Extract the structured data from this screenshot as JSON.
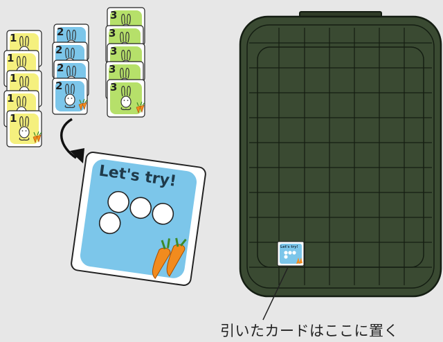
{
  "piles": [
    {
      "id": "pile-1",
      "number": "1",
      "color": "#f5f07e",
      "count": 5
    },
    {
      "id": "pile-2",
      "number": "2",
      "color": "#7cc6ea",
      "count": 4
    },
    {
      "id": "pile-3",
      "number": "3",
      "color": "#b6e06a",
      "count": 5
    }
  ],
  "drawn_card": {
    "title": "Let's try!",
    "dots": 4,
    "color": "#7cc6ea"
  },
  "placed_card": {
    "title": "Let's try!",
    "dots": 4
  },
  "tray": {
    "color": "#3a4a32",
    "line_color": "#141d12"
  },
  "caption": "引いたカードはここに置く"
}
